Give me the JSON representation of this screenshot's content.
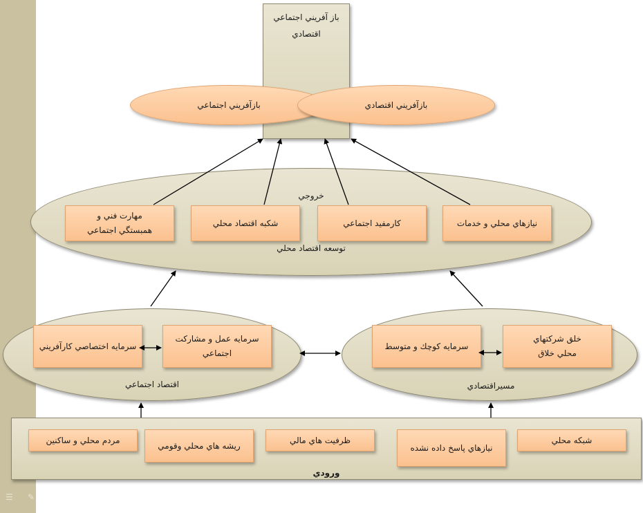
{
  "top_box": {
    "line1": "باز آفريني اجتماعي",
    "line2": "اقتصادي"
  },
  "outcomes": {
    "social": "بازآفريني اجتماعي",
    "economic": "بازآفريني اقتصادي"
  },
  "output": {
    "heading": "خروجي",
    "footer": "توسعه اقتصاد محلي",
    "items": [
      {
        "line1": "نيازهاي محلي و خدمات",
        "line2": ""
      },
      {
        "line1": "كارمفيد اجتماعي",
        "line2": ""
      },
      {
        "line1": "شكبه اقتصاد محلي",
        "line2": ""
      },
      {
        "line1": "مهارت فني و",
        "line2": "همبستگي اجتماعي"
      }
    ]
  },
  "economic_path": {
    "label": "مسيراقتصادي",
    "box_right": {
      "line1": "خلق شركتهاي",
      "line2": "محلي  خلاق"
    },
    "box_left": "سرمايه كوچك و متوسط"
  },
  "social_economy": {
    "label": "اقتصاد اجتماعي",
    "box_right": "سرمايه عمل و مشاركت اجتماعي",
    "box_left": "سرمايه اختصاصي كارآفريني"
  },
  "input": {
    "label": "ورودي",
    "items": [
      "شبكه محلي",
      "نيازهاي پاسخ داده نشده",
      "ظرفيت هاي مالي",
      "ريشه هاي محلي وقومي",
      "مردم محلي و ساكنين"
    ]
  },
  "colors": {
    "beige": "#ddd8bd",
    "orange": "#fcc897",
    "sidebar": "#c9c1a0"
  },
  "icons": [
    "menu-icon",
    "pen-icon"
  ]
}
